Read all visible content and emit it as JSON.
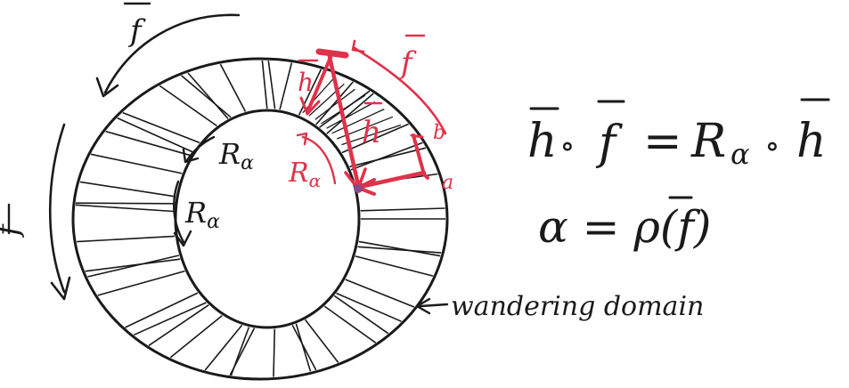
{
  "colors": {
    "ink": "#1a1a1a",
    "accent": "#e0324a"
  },
  "labels": {
    "f_symbol": "f",
    "h_symbol": "h",
    "r_alpha": "R",
    "alpha_subscript": "α",
    "point_a": "a",
    "point_b": "b",
    "wandering_domain": "wandering domain"
  },
  "equations": {
    "line1_h": "h",
    "line1_op1": "∘",
    "line1_f": "f",
    "line1_eq": "=",
    "line1_R": "R",
    "line1_alpha": "α",
    "line1_op2": "∘",
    "line1_h2": "h",
    "line2": "α = ρ(f)",
    "line2_f": "f"
  }
}
